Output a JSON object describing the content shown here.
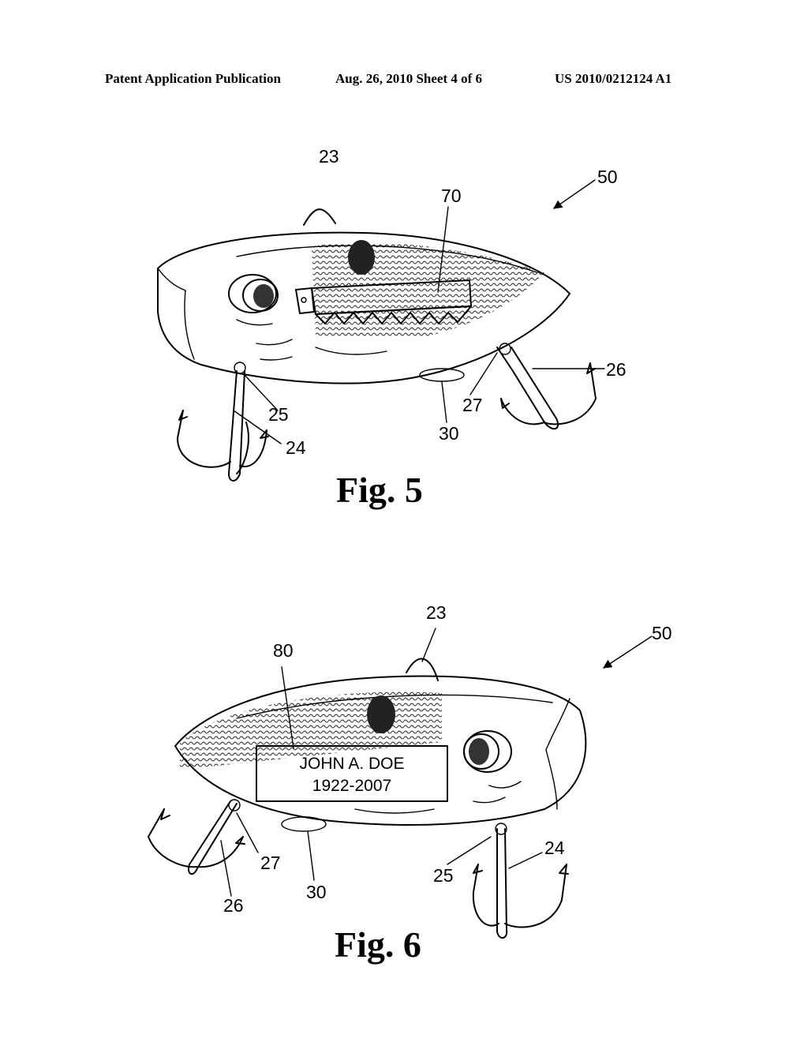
{
  "header": {
    "left": "Patent Application Publication",
    "center": "Aug. 26, 2010  Sheet 4 of 6",
    "right": "US 2010/0212124 A1"
  },
  "fig5": {
    "caption": "Fig. 5",
    "refs": {
      "r23": "23",
      "r50": "50",
      "r70": "70",
      "r26": "26",
      "r27": "27",
      "r25": "25",
      "r24": "24",
      "r30": "30"
    }
  },
  "fig6": {
    "caption": "Fig. 6",
    "refs": {
      "r23": "23",
      "r50": "50",
      "r80": "80",
      "r27": "27",
      "r26": "26",
      "r30": "30",
      "r25": "25",
      "r24": "24"
    },
    "plate": {
      "line1": "JOHN A. DOE",
      "line2": "1922-2007"
    }
  }
}
